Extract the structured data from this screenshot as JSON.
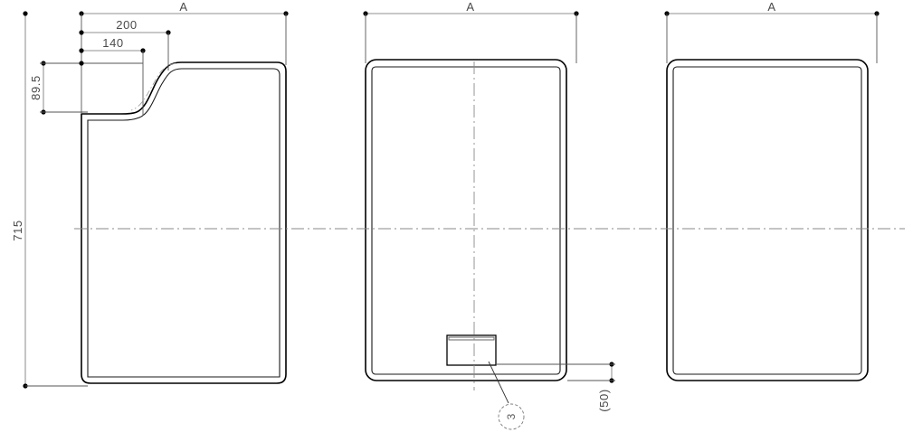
{
  "drawing": {
    "type": "engineering-orthographic-drawing",
    "background_color": "#ffffff",
    "line_color": "#000000",
    "dimension_color": "#6e6e6e",
    "views": [
      {
        "id": "view-left",
        "name": "side-profile-view",
        "description": "Side view with stepped S-curve contour at upper left",
        "width_label": "A",
        "height_label": "715",
        "step_depth_label": "89.5",
        "step_dims": [
          "200",
          "140"
        ]
      },
      {
        "id": "view-middle",
        "name": "front-view",
        "description": "Front view rounded rectangle with detail feature and vertical centerline",
        "width_label": "A",
        "detail_offset_label": "(50)",
        "balloon_label": "3"
      },
      {
        "id": "view-right",
        "name": "rear-view",
        "description": "Rear view rounded rectangle",
        "width_label": "A"
      }
    ],
    "dimensions": {
      "width_symbol": "A",
      "overall_height": "715",
      "step_height": "89.5",
      "step_width_outer": "200",
      "step_width_inner": "140",
      "detail_vertical_offset": "(50)"
    },
    "balloons": [
      {
        "id": "balloon-3",
        "label": "3"
      }
    ]
  }
}
